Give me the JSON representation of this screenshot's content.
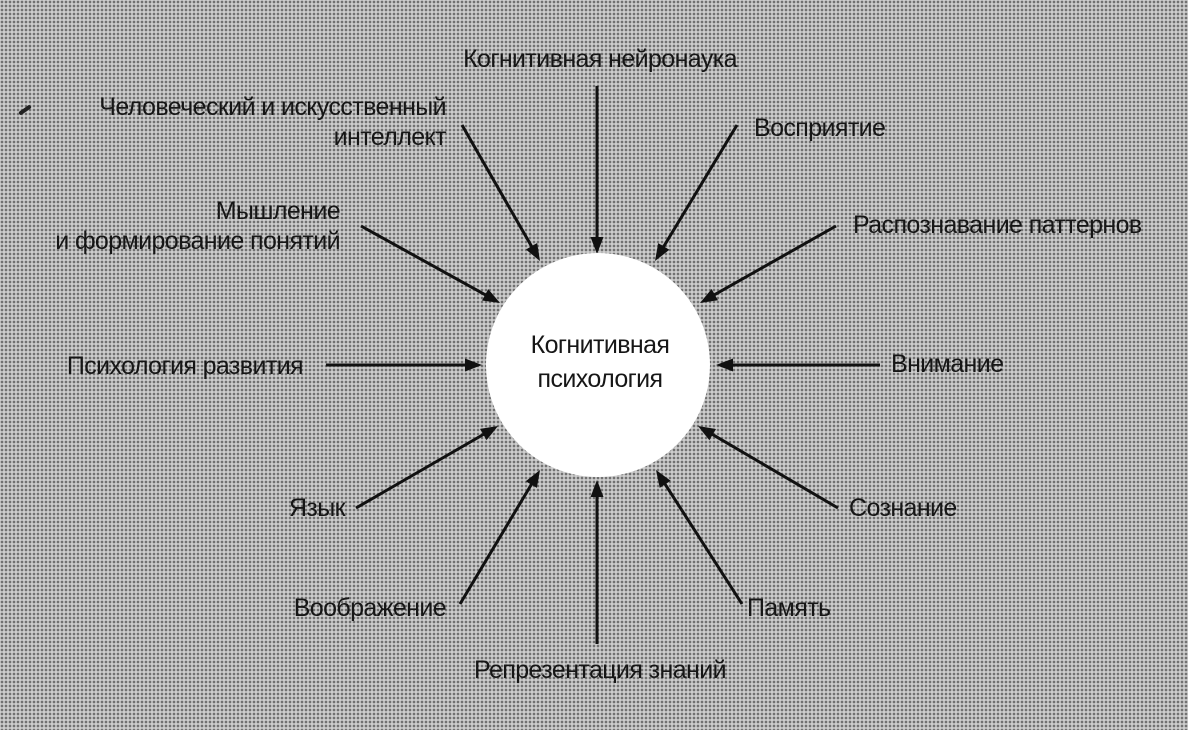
{
  "diagram": {
    "center": {
      "lines": [
        "Когнитивная",
        "психология"
      ]
    },
    "nodes": [
      {
        "id": "cognitive-neuroscience",
        "lines": [
          "Когнитивная нейронаука"
        ]
      },
      {
        "id": "perception",
        "lines": [
          "Восприятие"
        ]
      },
      {
        "id": "pattern-recognition",
        "lines": [
          "Распознавание паттернов"
        ]
      },
      {
        "id": "attention",
        "lines": [
          "Внимание"
        ]
      },
      {
        "id": "consciousness",
        "lines": [
          "Сознание"
        ]
      },
      {
        "id": "memory",
        "lines": [
          "Память"
        ]
      },
      {
        "id": "knowledge-representation",
        "lines": [
          "Репрезентация знаний"
        ]
      },
      {
        "id": "imagination",
        "lines": [
          "Воображение"
        ]
      },
      {
        "id": "language",
        "lines": [
          "Язык"
        ]
      },
      {
        "id": "developmental-psychology",
        "lines": [
          "Психология развития"
        ]
      },
      {
        "id": "thinking-concept-formation",
        "lines": [
          "Мышление",
          "и формирование понятий"
        ]
      },
      {
        "id": "human-artificial-intelligence",
        "lines": [
          "Человеческий и искусственный",
          "интеллект"
        ]
      }
    ]
  }
}
